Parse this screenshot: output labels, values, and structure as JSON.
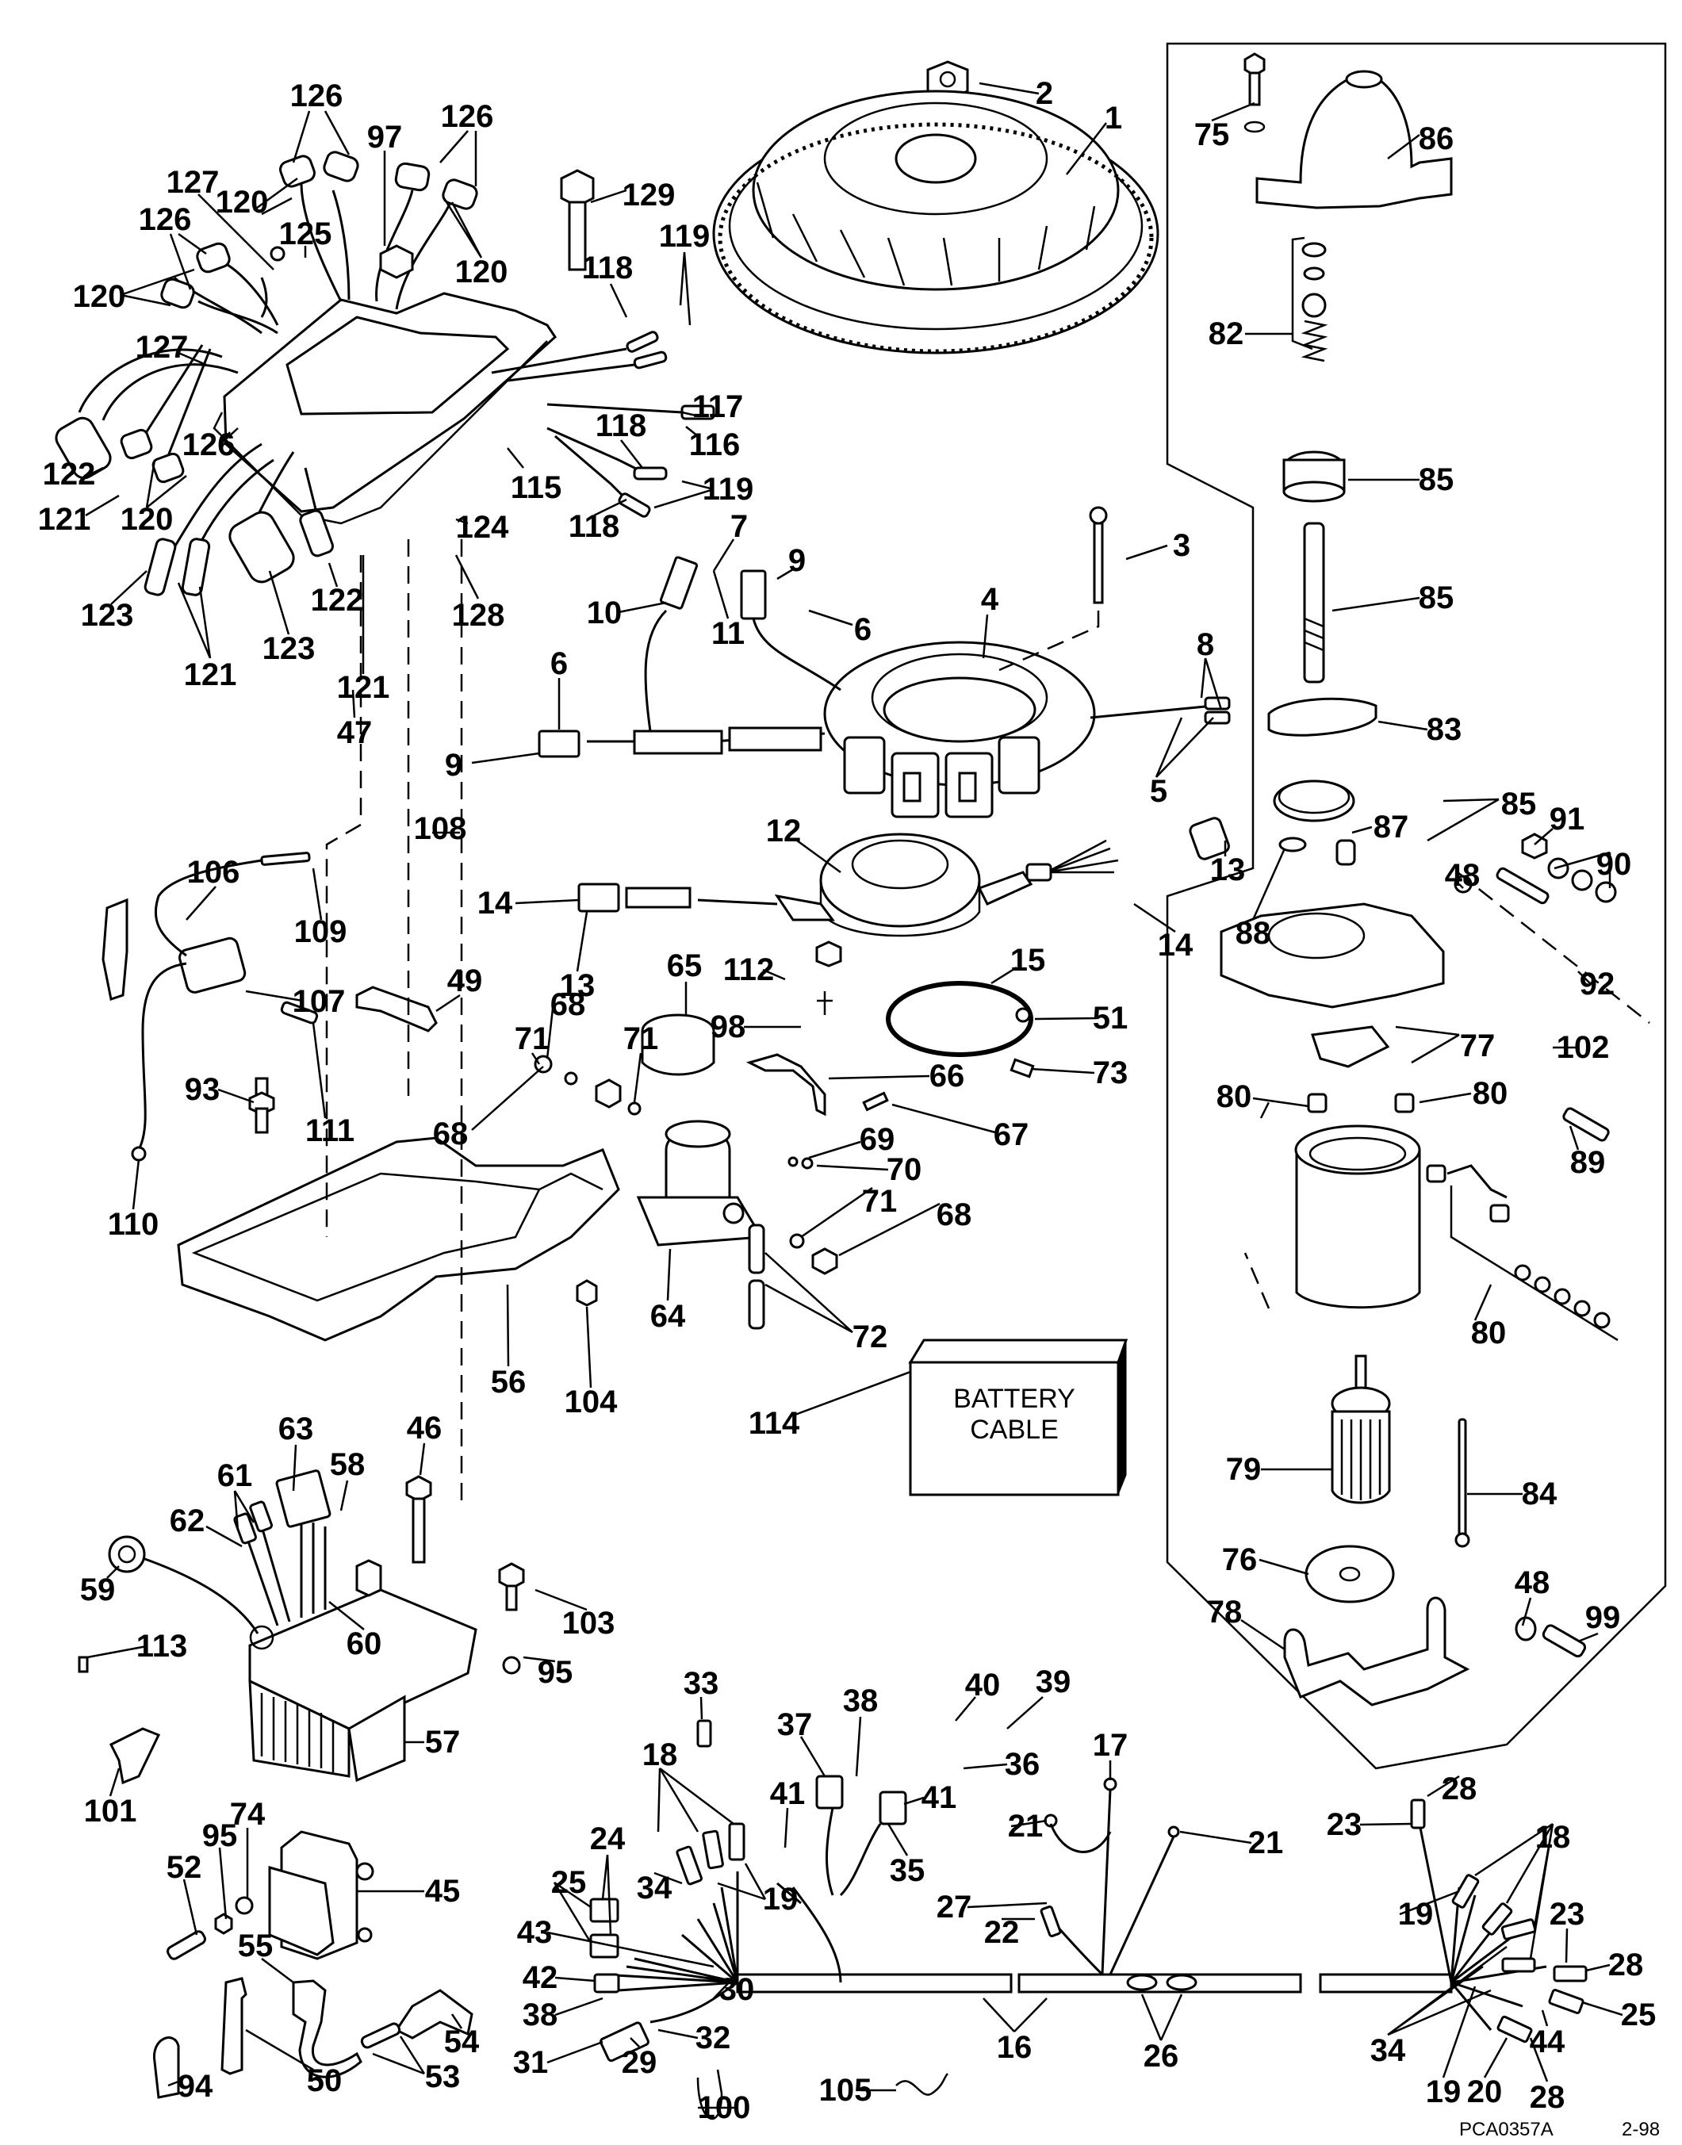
{
  "diagram": {
    "title": "Electrical components exploded parts diagram",
    "drawing_code": "PCA0357A",
    "drawing_date": "2-98",
    "battery_box_text": [
      "BATTERY",
      "CABLE"
    ],
    "callouts": [
      {
        "id": "c1",
        "num": "126",
        "group": "ignition-module"
      },
      {
        "id": "c2",
        "num": "97",
        "group": "ignition-module"
      },
      {
        "id": "c3",
        "num": "126",
        "group": "ignition-module"
      },
      {
        "id": "c4",
        "num": "127",
        "group": "ignition-module"
      },
      {
        "id": "c5",
        "num": "120",
        "group": "ignition-module"
      },
      {
        "id": "c6",
        "num": "126",
        "group": "ignition-module"
      },
      {
        "id": "c7",
        "num": "125",
        "group": "ignition-module"
      },
      {
        "id": "c8",
        "num": "120",
        "group": "ignition-module"
      },
      {
        "id": "c9",
        "num": "120",
        "group": "ignition-module"
      },
      {
        "id": "c10",
        "num": "127",
        "group": "ignition-module"
      },
      {
        "id": "c11",
        "num": "126",
        "group": "ignition-module"
      },
      {
        "id": "c12",
        "num": "122",
        "group": "ignition-module"
      },
      {
        "id": "c13",
        "num": "121",
        "group": "ignition-module"
      },
      {
        "id": "c14",
        "num": "120",
        "group": "ignition-module"
      },
      {
        "id": "c15",
        "num": "115",
        "group": "ignition-module"
      },
      {
        "id": "c16",
        "num": "124",
        "group": "ignition-module"
      },
      {
        "id": "c17",
        "num": "123",
        "group": "ignition-module"
      },
      {
        "id": "c18",
        "num": "121",
        "group": "ignition-module"
      },
      {
        "id": "c19",
        "num": "123",
        "group": "ignition-module"
      },
      {
        "id": "c20",
        "num": "122",
        "group": "ignition-module"
      },
      {
        "id": "c21",
        "num": "121",
        "group": "ignition-module"
      },
      {
        "id": "c22",
        "num": "128",
        "group": "ignition-module"
      },
      {
        "id": "c23",
        "num": "47",
        "group": "ignition-module"
      },
      {
        "id": "c24",
        "num": "129",
        "group": "ignition-module"
      },
      {
        "id": "c25",
        "num": "119",
        "group": "ignition-module"
      },
      {
        "id": "c26",
        "num": "118",
        "group": "ignition-module"
      },
      {
        "id": "c27",
        "num": "117",
        "group": "ignition-module"
      },
      {
        "id": "c28",
        "num": "116",
        "group": "ignition-module"
      },
      {
        "id": "c29",
        "num": "118",
        "group": "ignition-module"
      },
      {
        "id": "c30",
        "num": "119",
        "group": "ignition-module"
      },
      {
        "id": "c31",
        "num": "118",
        "group": "ignition-module"
      },
      {
        "id": "c32",
        "num": "2",
        "group": "flywheel"
      },
      {
        "id": "c33",
        "num": "1",
        "group": "flywheel"
      },
      {
        "id": "c34",
        "num": "7",
        "group": "stator"
      },
      {
        "id": "c35",
        "num": "9",
        "group": "stator"
      },
      {
        "id": "c36",
        "num": "3",
        "group": "stator"
      },
      {
        "id": "c37",
        "num": "10",
        "group": "stator"
      },
      {
        "id": "c38",
        "num": "11",
        "group": "stator"
      },
      {
        "id": "c39",
        "num": "6",
        "group": "stator"
      },
      {
        "id": "c40",
        "num": "4",
        "group": "stator"
      },
      {
        "id": "c41",
        "num": "8",
        "group": "stator"
      },
      {
        "id": "c42",
        "num": "6",
        "group": "stator"
      },
      {
        "id": "c43",
        "num": "9",
        "group": "stator"
      },
      {
        "id": "c44",
        "num": "5",
        "group": "stator"
      },
      {
        "id": "c45",
        "num": "108",
        "group": "sensor"
      },
      {
        "id": "c46",
        "num": "12",
        "group": "timer-base"
      },
      {
        "id": "c47",
        "num": "13",
        "group": "timer-base"
      },
      {
        "id": "c48",
        "num": "106",
        "group": "sensor"
      },
      {
        "id": "c49",
        "num": "109",
        "group": "sensor"
      },
      {
        "id": "c50",
        "num": "14",
        "group": "timer-base"
      },
      {
        "id": "c51",
        "num": "14",
        "group": "timer-base"
      },
      {
        "id": "c52",
        "num": "13",
        "group": "timer-base"
      },
      {
        "id": "c53",
        "num": "15",
        "group": "timer-base"
      },
      {
        "id": "c54",
        "num": "65",
        "group": "solenoid"
      },
      {
        "id": "c55",
        "num": "112",
        "group": "solenoid"
      },
      {
        "id": "c56",
        "num": "107",
        "group": "sensor"
      },
      {
        "id": "c57",
        "num": "49",
        "group": "bracket"
      },
      {
        "id": "c58",
        "num": "98",
        "group": "solenoid"
      },
      {
        "id": "c59",
        "num": "51",
        "group": "timer-base"
      },
      {
        "id": "c60",
        "num": "68",
        "group": "solenoid"
      },
      {
        "id": "c61",
        "num": "71",
        "group": "solenoid"
      },
      {
        "id": "c62",
        "num": "71",
        "group": "solenoid"
      },
      {
        "id": "c63",
        "num": "66",
        "group": "solenoid"
      },
      {
        "id": "c64",
        "num": "73",
        "group": "timer-base"
      },
      {
        "id": "c65",
        "num": "93",
        "group": "bracket"
      },
      {
        "id": "c66",
        "num": "111",
        "group": "bracket"
      },
      {
        "id": "c67",
        "num": "68",
        "group": "solenoid"
      },
      {
        "id": "c68",
        "num": "67",
        "group": "solenoid"
      },
      {
        "id": "c69",
        "num": "69",
        "group": "solenoid"
      },
      {
        "id": "c70",
        "num": "70",
        "group": "solenoid"
      },
      {
        "id": "c71",
        "num": "110",
        "group": "sensor"
      },
      {
        "id": "c72",
        "num": "71",
        "group": "solenoid"
      },
      {
        "id": "c73",
        "num": "68",
        "group": "solenoid"
      },
      {
        "id": "c74",
        "num": "64",
        "group": "solenoid"
      },
      {
        "id": "c75",
        "num": "72",
        "group": "solenoid"
      },
      {
        "id": "c76",
        "num": "56",
        "group": "bracket"
      },
      {
        "id": "c77",
        "num": "104",
        "group": "bracket"
      },
      {
        "id": "c78",
        "num": "114",
        "group": "battery"
      },
      {
        "id": "c79",
        "num": "75",
        "group": "starter"
      },
      {
        "id": "c80",
        "num": "86",
        "group": "starter"
      },
      {
        "id": "c81",
        "num": "82",
        "group": "starter"
      },
      {
        "id": "c82",
        "num": "85",
        "group": "starter"
      },
      {
        "id": "c83",
        "num": "85",
        "group": "starter"
      },
      {
        "id": "c84",
        "num": "83",
        "group": "starter"
      },
      {
        "id": "c85",
        "num": "85",
        "group": "starter"
      },
      {
        "id": "c86",
        "num": "87",
        "group": "starter"
      },
      {
        "id": "c87",
        "num": "91",
        "group": "starter"
      },
      {
        "id": "c88",
        "num": "90",
        "group": "starter"
      },
      {
        "id": "c89",
        "num": "48",
        "group": "starter"
      },
      {
        "id": "c90",
        "num": "88",
        "group": "starter"
      },
      {
        "id": "c91",
        "num": "92",
        "group": "starter"
      },
      {
        "id": "c92",
        "num": "102",
        "group": "starter"
      },
      {
        "id": "c93",
        "num": "77",
        "group": "starter"
      },
      {
        "id": "c94",
        "num": "80",
        "group": "starter"
      },
      {
        "id": "c95",
        "num": "80",
        "group": "starter"
      },
      {
        "id": "c96",
        "num": "89",
        "group": "starter"
      },
      {
        "id": "c97",
        "num": "80",
        "group": "starter"
      },
      {
        "id": "c98",
        "num": "79",
        "group": "starter"
      },
      {
        "id": "c99",
        "num": "84",
        "group": "starter"
      },
      {
        "id": "c100",
        "num": "76",
        "group": "starter"
      },
      {
        "id": "c101",
        "num": "48",
        "group": "starter"
      },
      {
        "id": "c102",
        "num": "78",
        "group": "starter"
      },
      {
        "id": "c103",
        "num": "99",
        "group": "starter"
      },
      {
        "id": "c104",
        "num": "63",
        "group": "rectifier"
      },
      {
        "id": "c105",
        "num": "61",
        "group": "rectifier"
      },
      {
        "id": "c106",
        "num": "58",
        "group": "rectifier"
      },
      {
        "id": "c107",
        "num": "46",
        "group": "rectifier"
      },
      {
        "id": "c108",
        "num": "62",
        "group": "rectifier"
      },
      {
        "id": "c109",
        "num": "59",
        "group": "rectifier"
      },
      {
        "id": "c110",
        "num": "60",
        "group": "rectifier"
      },
      {
        "id": "c111",
        "num": "103",
        "group": "rectifier"
      },
      {
        "id": "c112",
        "num": "95",
        "group": "rectifier"
      },
      {
        "id": "c113",
        "num": "113",
        "group": "rectifier"
      },
      {
        "id": "c114",
        "num": "57",
        "group": "rectifier"
      },
      {
        "id": "c115",
        "num": "101",
        "group": "misc"
      },
      {
        "id": "c116",
        "num": "74",
        "group": "coil"
      },
      {
        "id": "c117",
        "num": "95",
        "group": "coil"
      },
      {
        "id": "c118",
        "num": "52",
        "group": "coil"
      },
      {
        "id": "c119",
        "num": "45",
        "group": "coil"
      },
      {
        "id": "c120",
        "num": "55",
        "group": "coil"
      },
      {
        "id": "c121",
        "num": "54",
        "group": "coil"
      },
      {
        "id": "c122",
        "num": "50",
        "group": "coil"
      },
      {
        "id": "c123",
        "num": "53",
        "group": "coil"
      },
      {
        "id": "c124",
        "num": "94",
        "group": "misc"
      },
      {
        "id": "c125",
        "num": "33",
        "group": "harness"
      },
      {
        "id": "c126",
        "num": "38",
        "group": "harness"
      },
      {
        "id": "c127",
        "num": "40",
        "group": "harness"
      },
      {
        "id": "c128",
        "num": "39",
        "group": "harness"
      },
      {
        "id": "c129",
        "num": "37",
        "group": "harness"
      },
      {
        "id": "c130",
        "num": "36",
        "group": "harness"
      },
      {
        "id": "c131",
        "num": "18",
        "group": "harness"
      },
      {
        "id": "c132",
        "num": "17",
        "group": "harness"
      },
      {
        "id": "c133",
        "num": "41",
        "group": "harness"
      },
      {
        "id": "c134",
        "num": "41",
        "group": "harness"
      },
      {
        "id": "c135",
        "num": "21",
        "group": "harness"
      },
      {
        "id": "c136",
        "num": "21",
        "group": "harness"
      },
      {
        "id": "c137",
        "num": "24",
        "group": "harness"
      },
      {
        "id": "c138",
        "num": "35",
        "group": "harness"
      },
      {
        "id": "c139",
        "num": "34",
        "group": "harness"
      },
      {
        "id": "c140",
        "num": "25",
        "group": "harness"
      },
      {
        "id": "c141",
        "num": "19",
        "group": "harness"
      },
      {
        "id": "c142",
        "num": "27",
        "group": "harness"
      },
      {
        "id": "c143",
        "num": "22",
        "group": "harness"
      },
      {
        "id": "c144",
        "num": "43",
        "group": "harness"
      },
      {
        "id": "c145",
        "num": "42",
        "group": "harness"
      },
      {
        "id": "c146",
        "num": "30",
        "group": "harness"
      },
      {
        "id": "c147",
        "num": "38",
        "group": "harness"
      },
      {
        "id": "c148",
        "num": "16",
        "group": "harness"
      },
      {
        "id": "c149",
        "num": "32",
        "group": "harness"
      },
      {
        "id": "c150",
        "num": "26",
        "group": "harness"
      },
      {
        "id": "c151",
        "num": "31",
        "group": "harness"
      },
      {
        "id": "c152",
        "num": "29",
        "group": "harness"
      },
      {
        "id": "c153",
        "num": "100",
        "group": "harness"
      },
      {
        "id": "c154",
        "num": "105",
        "group": "harness"
      },
      {
        "id": "c155",
        "num": "28",
        "group": "harness"
      },
      {
        "id": "c156",
        "num": "23",
        "group": "harness"
      },
      {
        "id": "c157",
        "num": "18",
        "group": "harness"
      },
      {
        "id": "c158",
        "num": "19",
        "group": "harness"
      },
      {
        "id": "c159",
        "num": "23",
        "group": "harness"
      },
      {
        "id": "c160",
        "num": "28",
        "group": "harness"
      },
      {
        "id": "c161",
        "num": "25",
        "group": "harness"
      },
      {
        "id": "c162",
        "num": "34",
        "group": "harness"
      },
      {
        "id": "c163",
        "num": "44",
        "group": "harness"
      },
      {
        "id": "c164",
        "num": "19",
        "group": "harness"
      },
      {
        "id": "c165",
        "num": "20",
        "group": "harness"
      },
      {
        "id": "c166",
        "num": "28",
        "group": "harness"
      }
    ]
  }
}
